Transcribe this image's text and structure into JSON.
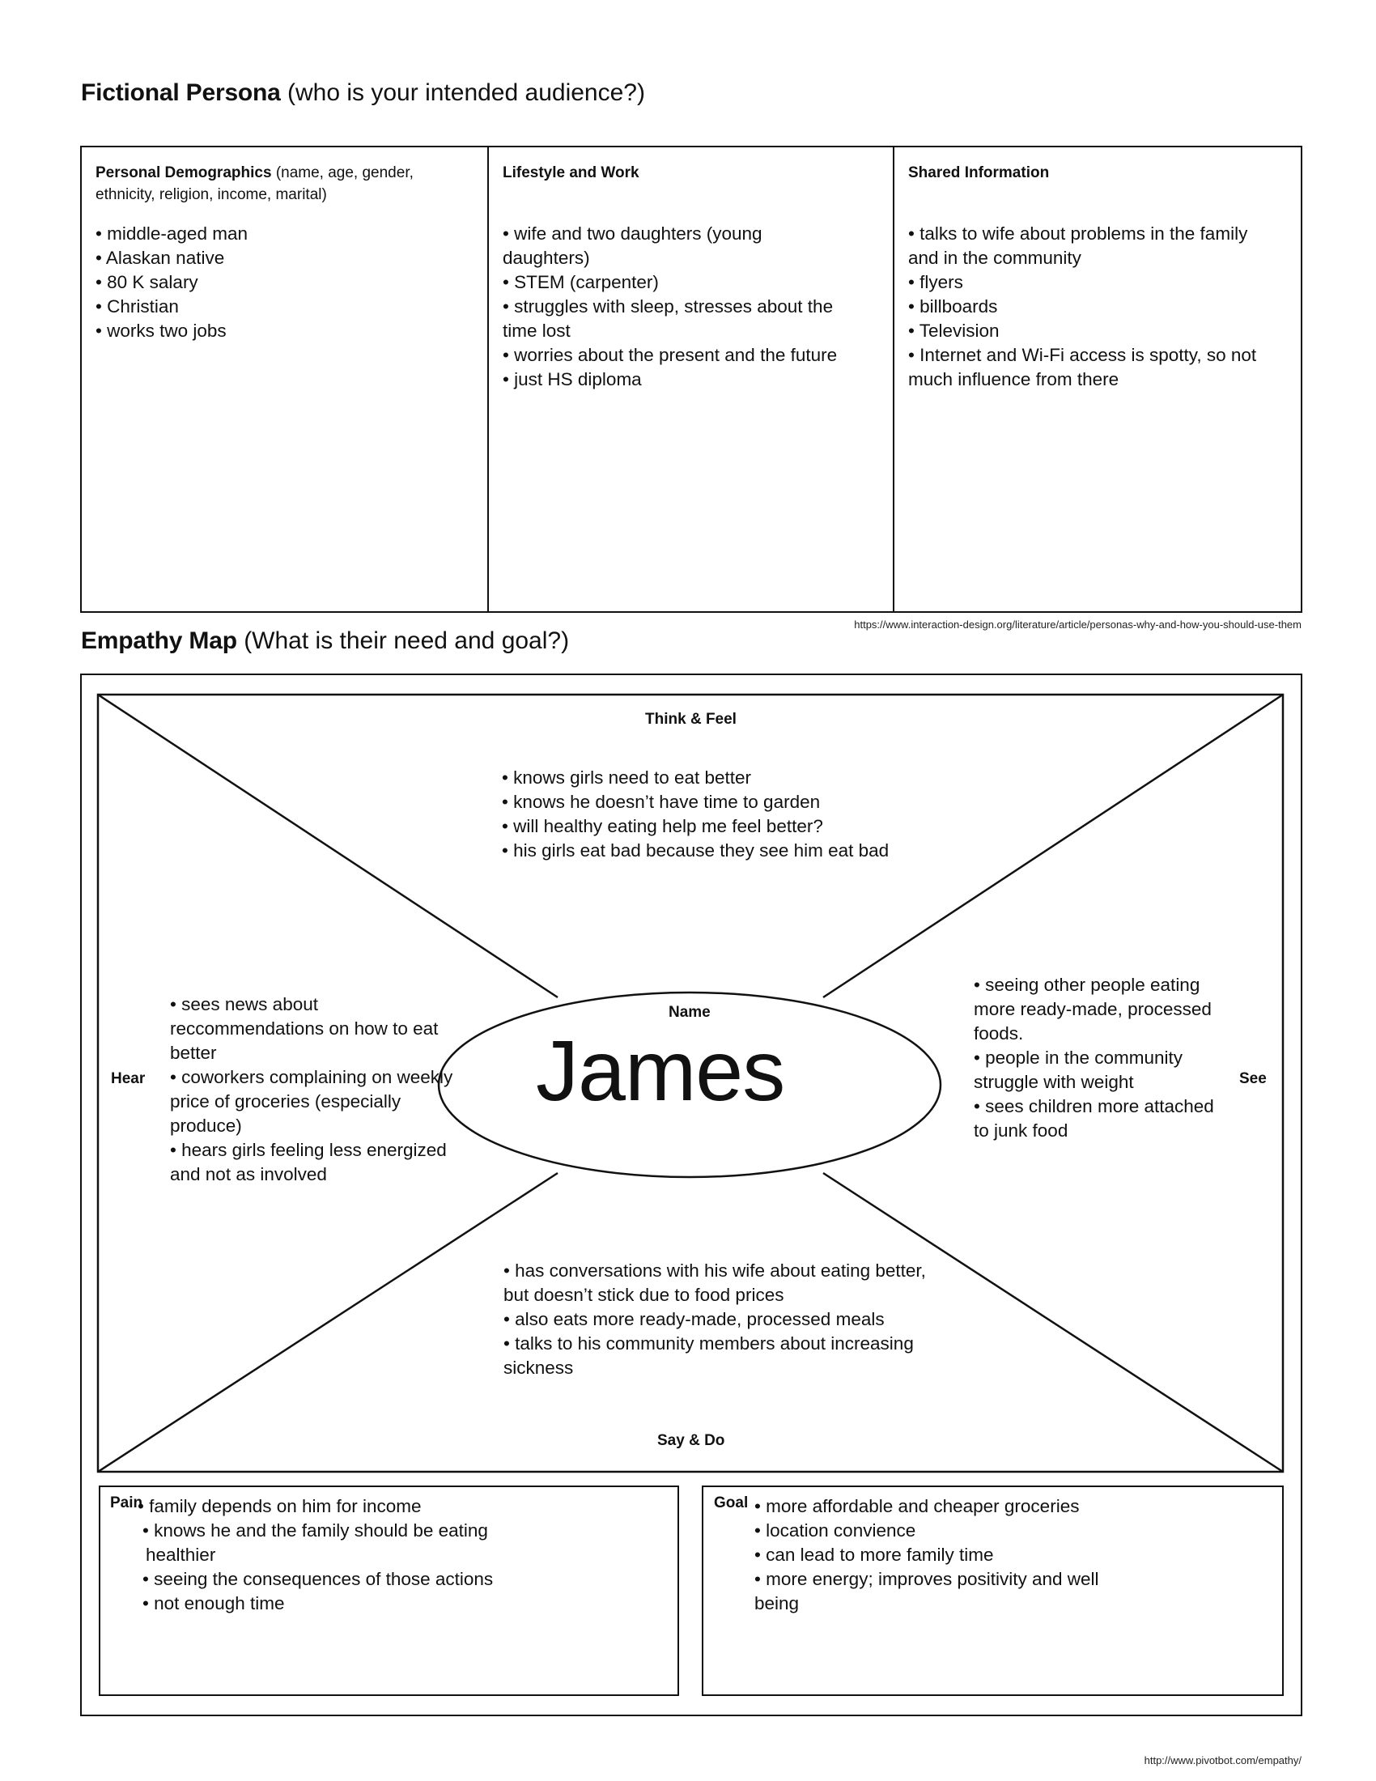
{
  "persona": {
    "heading_bold": "Fictional Persona",
    "heading_rest": "(who is your intended audience?)",
    "columns": [
      {
        "title": "Personal Demographics",
        "note": "(name, age, gender, ethnicity, religion, income, marital)",
        "items": [
          "• middle-aged man",
          "• Alaskan native",
          "• 80 K salary",
          "• Christian",
          "• works two jobs"
        ]
      },
      {
        "title": "Lifestyle and Work",
        "note": "",
        "items": [
          "• wife and two daughters (young daughters)",
          "• STEM (carpenter)",
          "• struggles with sleep, stresses about the time lost",
          "• worries about the present and the future",
          "• just HS diploma"
        ]
      },
      {
        "title": "Shared Information",
        "note": "",
        "items": [
          "• talks to wife about problems in the family and in the community",
          "• flyers",
          "• billboards",
          "• Television",
          "• Internet and Wi-Fi access is spotty, so not much influence from there"
        ]
      }
    ],
    "source_url": "https://www.interaction-design.org/literature/article/personas-why-and-how-you-should-use-them"
  },
  "empathy": {
    "heading_bold": "Empathy Map",
    "heading_rest": "(What is their need and goal?)",
    "think_feel": {
      "label": "Think & Feel",
      "items": [
        "• knows girls need to eat better",
        "• knows he doesn’t have time to garden",
        "• will healthy eating help me feel better?",
        "• his girls eat bad because they see him eat bad"
      ]
    },
    "hear": {
      "label": "Hear",
      "items": [
        "• sees news about reccommendations on how to eat better",
        "• coworkers complaining on weekly price of groceries (especially produce)",
        "• hears girls feeling less energized and not as involved"
      ]
    },
    "see": {
      "label": "See",
      "items": [
        "• seeing other people eating more ready-made, processed foods.",
        "• people in the community struggle with weight",
        "• sees children more attached to junk food"
      ]
    },
    "say_do": {
      "label": "Say & Do",
      "items": [
        "• has conversations with his wife about eating better, but doesn’t stick due to food prices",
        "• also eats more ready-made, processed meals",
        "• talks to his community members about increasing sickness"
      ]
    },
    "name": {
      "label": "Name",
      "value": "James"
    },
    "pain": {
      "label": "Pain",
      "items": [
        "• family depends on him for income",
        "• knows he and the family should be eating healthier",
        "• seeing the consequences of those actions",
        "• not enough time"
      ]
    },
    "goal": {
      "label": "Goal",
      "items": [
        "• more affordable and cheaper groceries",
        "• location convience",
        "• can lead to more family time",
        "• more energy; improves positivity and well being"
      ]
    },
    "source_url": "http://www.pivotbot.com/empathy/"
  }
}
